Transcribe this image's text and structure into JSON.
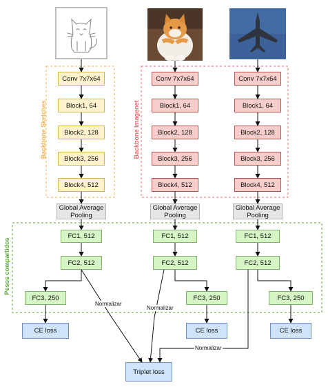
{
  "colors": {
    "sketch_group": "#f3b24a",
    "imagenet_group": "#e8696c",
    "shared_group": "#5da63a"
  },
  "groups": {
    "sketches_label": "Backbone Sketches",
    "imagenet_label": "Backbone Imagenet",
    "shared_label": "Pesos compartidos"
  },
  "images": {
    "sketch": "cat-sketch-icon",
    "photo_cat": "cat-photo-icon",
    "photo_plane": "airplane-photo-icon"
  },
  "backbone": {
    "conv": "Conv 7x7x64",
    "block1": "Block1, 64",
    "block2": "Block2, 128",
    "block3": "Block3, 256",
    "block4": "Block4, 512"
  },
  "pool": "Global Average Pooling",
  "fc": {
    "fc1": "FC1, 512",
    "fc2": "FC2, 512",
    "fc3": "FC3, 250"
  },
  "loss": {
    "ce": "CE loss",
    "triplet": "Triplet loss"
  },
  "edge_label": "Normalizar"
}
